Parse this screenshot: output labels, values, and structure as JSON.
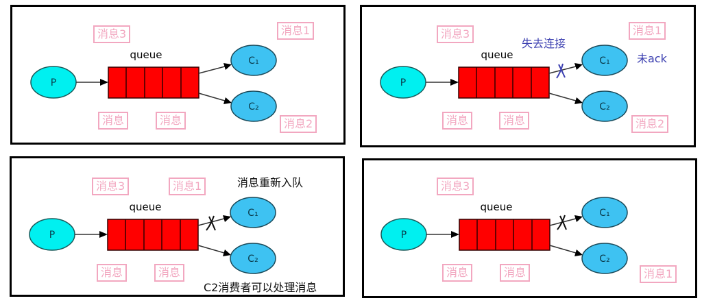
{
  "colors": {
    "producer_fill": "#00f0f0",
    "consumer_fill": "#3ec2f2",
    "queue_fill": "#ff0000",
    "tag_color": "#f2a7c0",
    "annotation_blue": "#3b3fb0"
  },
  "diagram": {
    "queue_label": "queue",
    "producer_label": "P",
    "consumer1_label": "C₁",
    "consumer2_label": "C₂",
    "queue_cells": 5
  },
  "panels": [
    {
      "tags": {
        "msg3": "消息3",
        "msg1": "消息1",
        "msgA": "消息",
        "msgB": "消息",
        "msg2": "消息2"
      },
      "notes": {}
    },
    {
      "tags": {
        "msg3": "消息3",
        "msg1": "消息1",
        "msgA": "消息",
        "msgB": "消息",
        "msg2": "消息2"
      },
      "notes": {
        "lost_connection": "失去连接",
        "no_ack": "未ack"
      },
      "c1_link": "broken"
    },
    {
      "tags": {
        "msg3": "消息3",
        "msg1": "消息1",
        "msgA": "消息",
        "msgB": "消息"
      },
      "notes": {
        "requeue": "消息重新入队",
        "c2_process": "C2消费者可以处理消息"
      },
      "c1_link": "broken"
    },
    {
      "tags": {
        "msg3": "消息3",
        "msgA": "消息",
        "msgB": "消息",
        "msg1": "消息1"
      },
      "notes": {},
      "c1_link": "broken"
    }
  ]
}
